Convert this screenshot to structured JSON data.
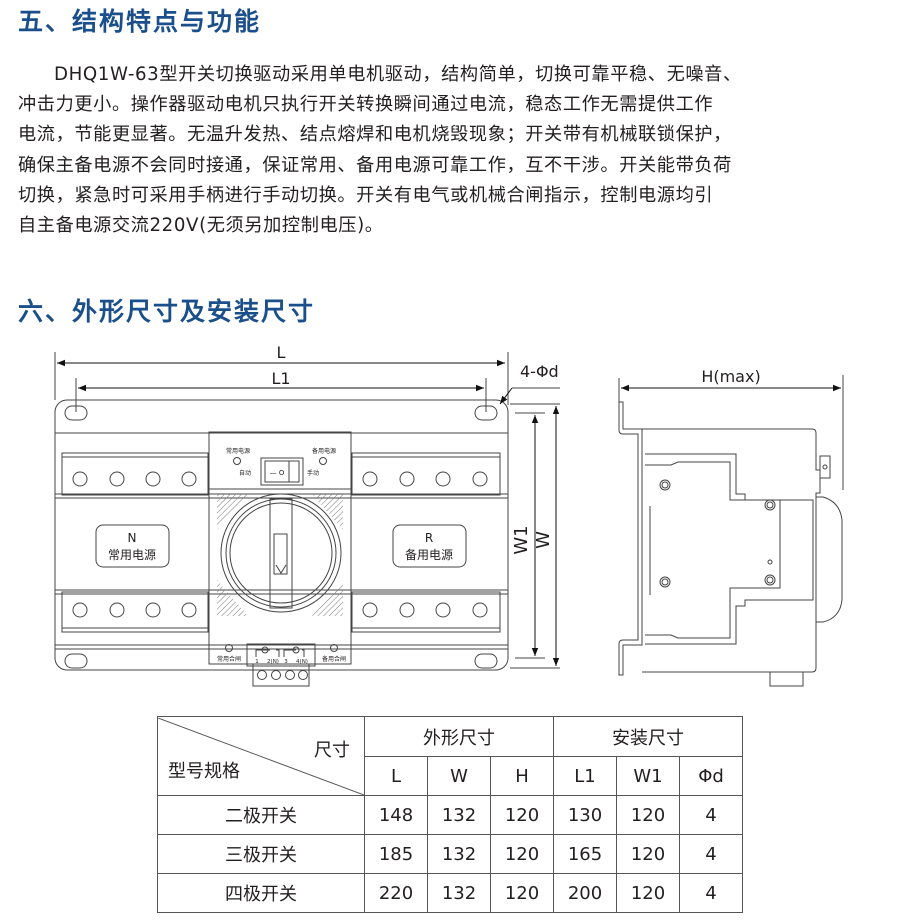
{
  "section5": {
    "title": "五、结构特点与功能",
    "paragraph_lines": [
      "DHQ1W-63型开关切换驱动采用单电机驱动，结构简单，切换可靠平稳、无噪音、",
      "冲击力更小。操作器驱动电机只执行开关转换瞬间通过电流，稳态工作无需提供工作",
      "电流，节能更显著。无温升发热、结点熔焊和电机烧毁现象；开关带有机械联锁保护，",
      "确保主备电源不会同时接通，保证常用、备用电源可靠工作，互不干涉。开关能带负荷",
      "切换，紧急时可采用手柄进行手动切换。开关有电气或机械合闸指示，控制电源均引",
      "自主备电源交流220V(无须另加控制电压)。"
    ]
  },
  "section6": {
    "title": "六、外形尺寸及安装尺寸"
  },
  "front_view": {
    "dim_L": "L",
    "dim_L1": "L1",
    "dim_hole": "4-Φd",
    "dim_W1": "W1",
    "dim_W": "W",
    "left_label_letter": "N",
    "left_label_text": "常用电源",
    "right_label_letter": "R",
    "right_label_text": "备用电源",
    "panel_top_left": "常用电源",
    "panel_top_right": "备用电源",
    "panel_auto": "自动",
    "panel_manual": "手动",
    "switch_text": "— O",
    "panel_bottom_left": "常用合闸",
    "panel_bottom_right": "备用合闸",
    "terminal_labels": [
      "1",
      "2(N)",
      "3",
      "4(N)"
    ]
  },
  "side_view": {
    "dim_H": "H(max)"
  },
  "table": {
    "corner_top_right": "尺寸",
    "corner_bottom_left": "型号规格",
    "group_outer": "外形尺寸",
    "group_install": "安装尺寸",
    "columns": [
      "L",
      "W",
      "H",
      "L1",
      "W1",
      "Φd"
    ],
    "rows": [
      {
        "model": "二极开关",
        "values": [
          "148",
          "132",
          "120",
          "130",
          "120",
          "4"
        ]
      },
      {
        "model": "三极开关",
        "values": [
          "185",
          "132",
          "120",
          "165",
          "120",
          "4"
        ]
      },
      {
        "model": "四极开关",
        "values": [
          "220",
          "132",
          "120",
          "200",
          "120",
          "4"
        ]
      }
    ]
  },
  "colors": {
    "heading": "#1a4f8b",
    "text": "#231f20",
    "line": "#555555"
  }
}
